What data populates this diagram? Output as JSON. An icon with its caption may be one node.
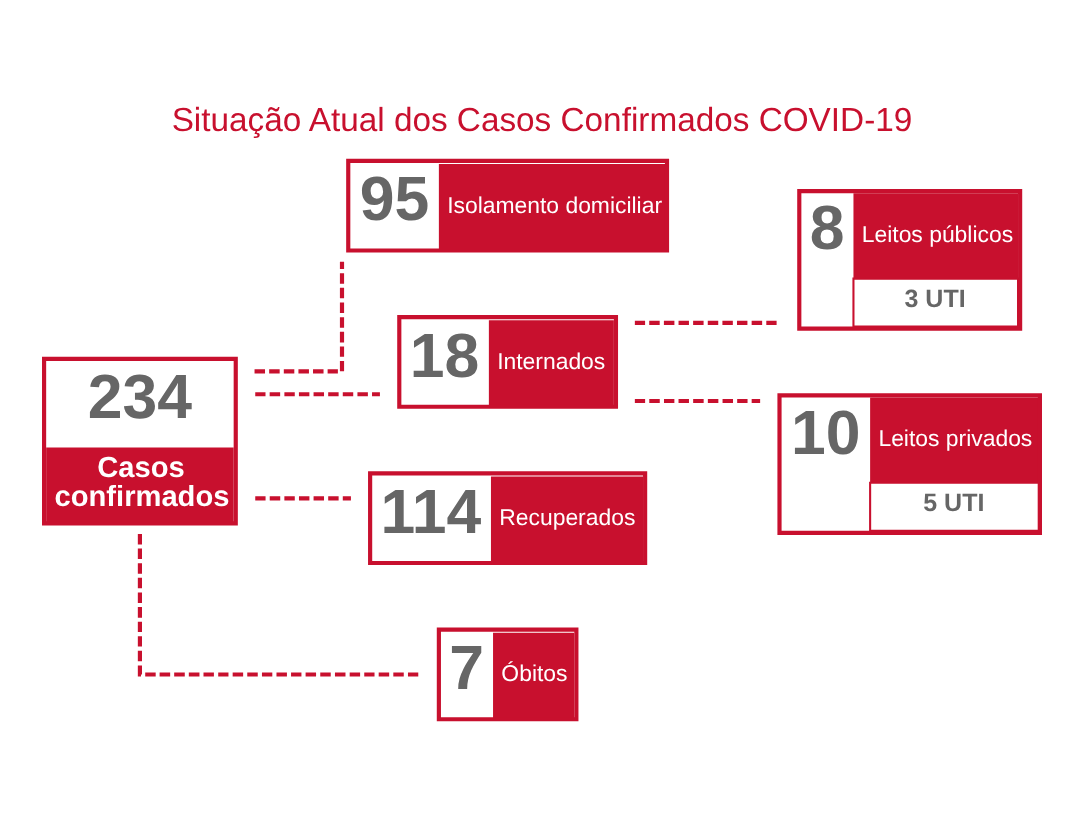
{
  "diagram": {
    "title": "Situação Atual dos Casos Confirmados COVID-19",
    "nodes": [
      {
        "text": [
          "234",
          "Casos confirmados"
        ]
      },
      {
        "text": [
          "95",
          "Isolamento domiciliar"
        ]
      },
      {
        "text": [
          "18",
          "Internados"
        ]
      },
      {
        "text": [
          "114",
          "Recuperados"
        ]
      },
      {
        "text": [
          "7",
          "Óbitos"
        ]
      },
      {
        "text": [
          "8",
          "Leitos públicos",
          "3 UTI"
        ]
      },
      {
        "text": [
          "10",
          "Leitos privados",
          "5 UTI"
        ]
      }
    ],
    "edges": [
      {
        "from": 0,
        "to": 1,
        "arrow": "none",
        "style": "dashed"
      },
      {
        "from": 0,
        "to": 2,
        "arrow": "none",
        "style": "dashed"
      },
      {
        "from": 0,
        "to": 3,
        "arrow": "none",
        "style": "dashed"
      },
      {
        "from": 0,
        "to": 4,
        "arrow": "none",
        "style": "dashed"
      },
      {
        "from": 2,
        "to": 5,
        "arrow": "none",
        "style": "dashed"
      },
      {
        "from": 2,
        "to": 6,
        "arrow": "none",
        "style": "dashed"
      }
    ]
  }
}
